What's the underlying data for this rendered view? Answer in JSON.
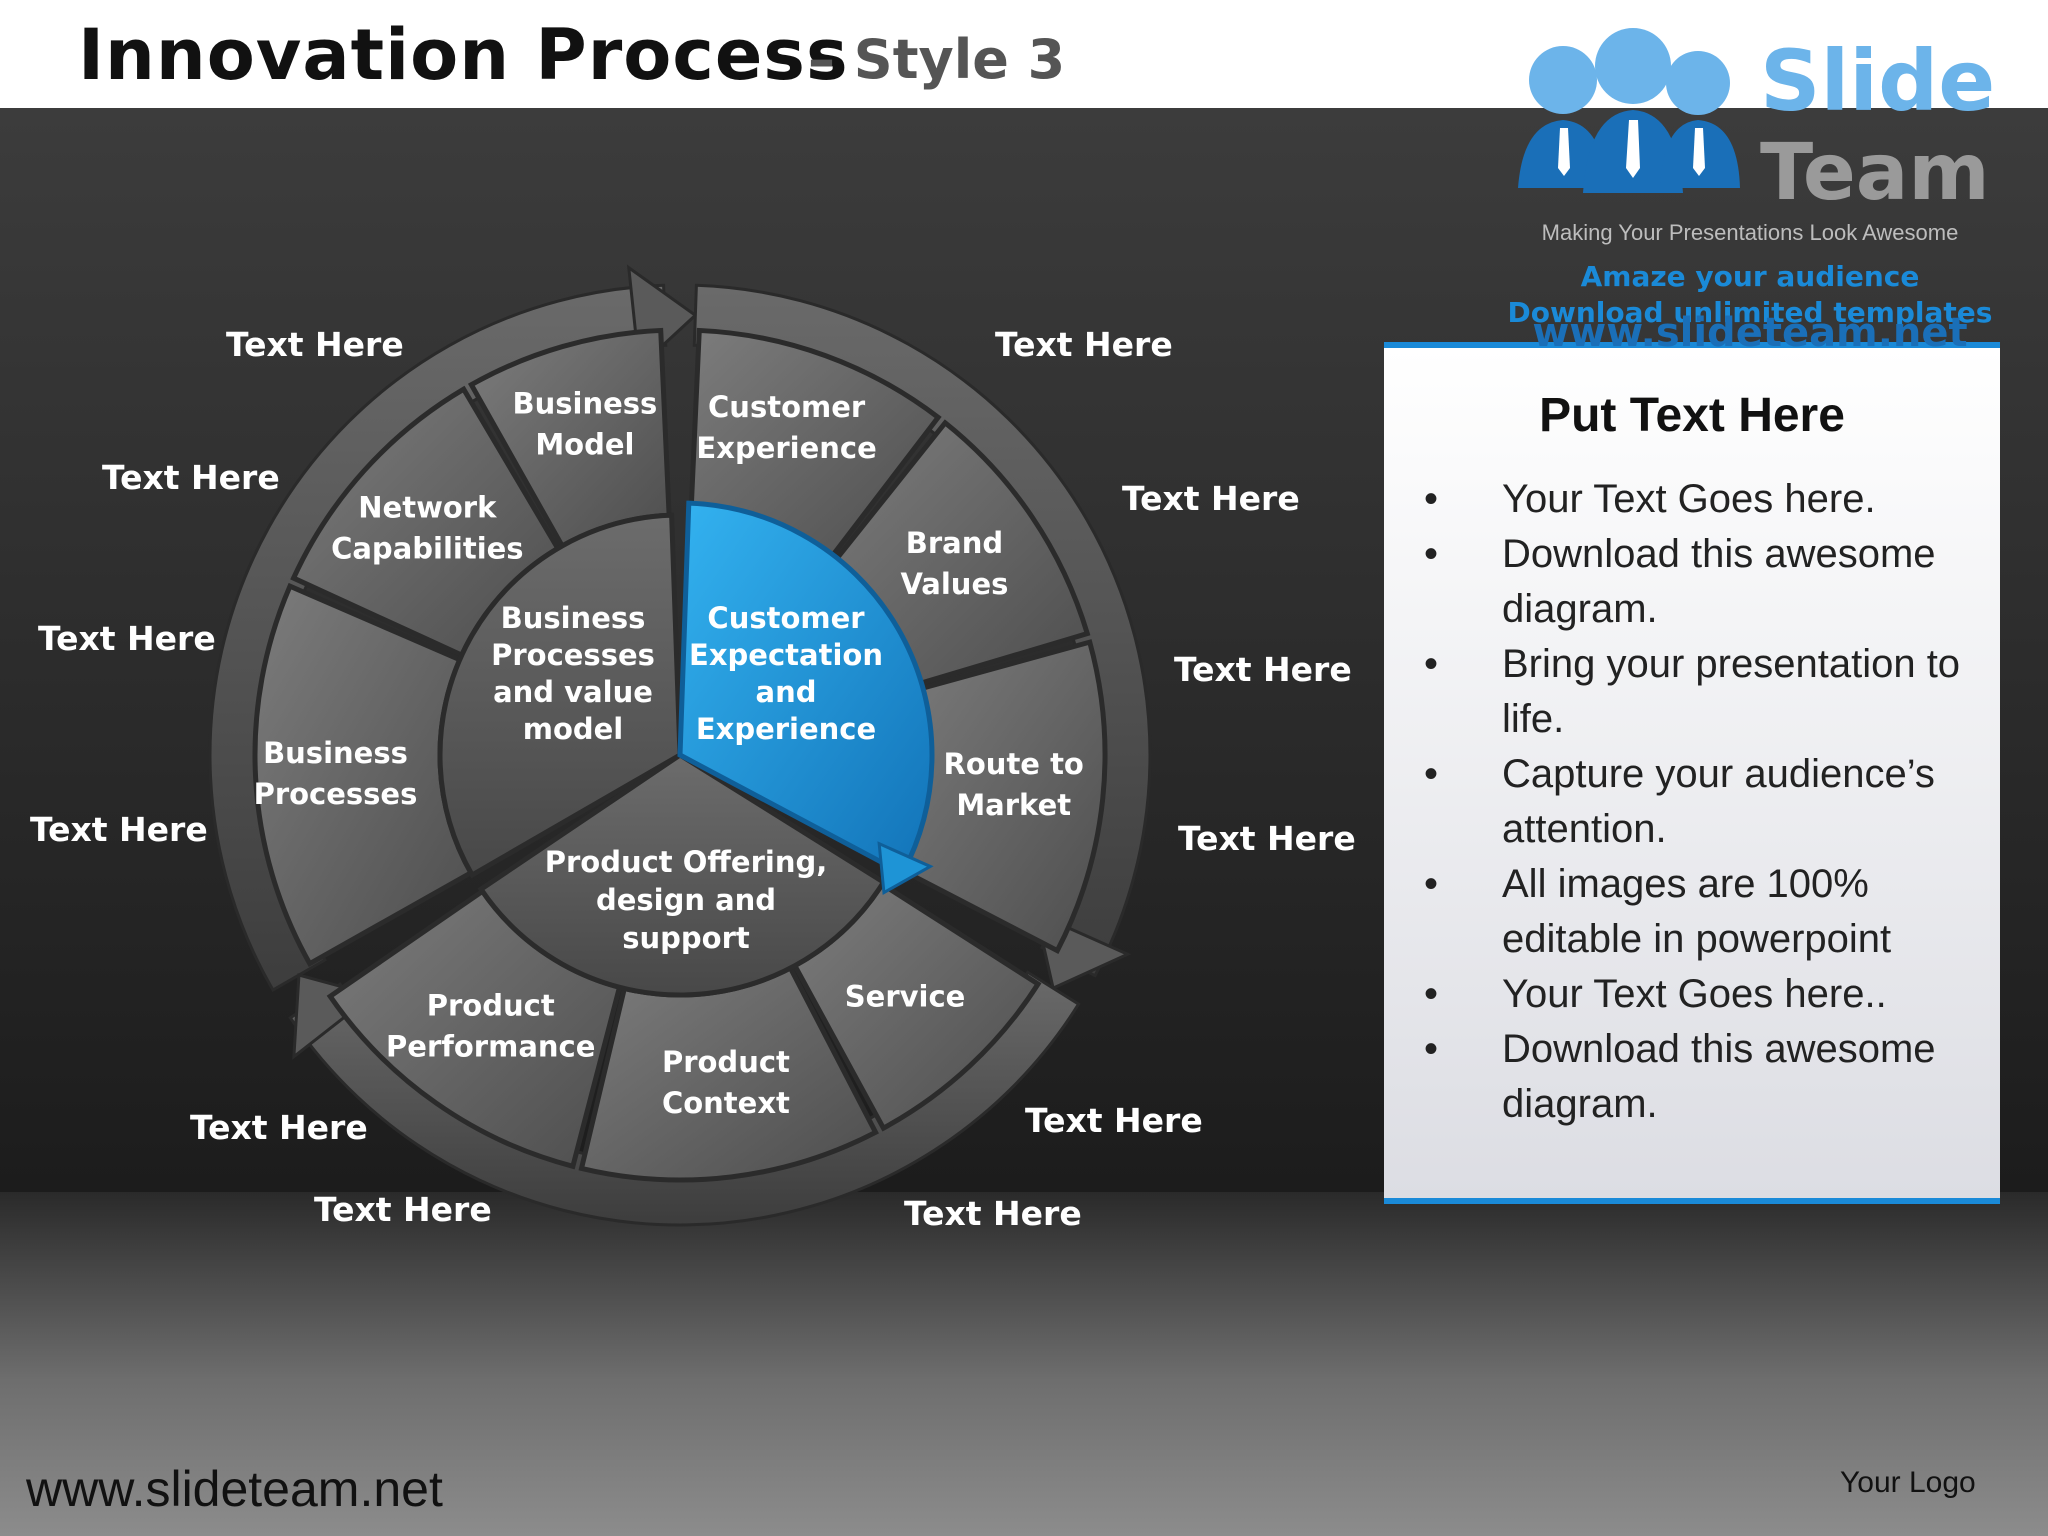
{
  "header": {
    "title": "Innovation Process",
    "subtitle": "– Style 3"
  },
  "brand": {
    "name_line1": "Slide",
    "name_line2": "Team",
    "tagline": "Making Your Presentations Look Awesome",
    "promo_line1": "Amaze your audience",
    "promo_line2": "Download unlimited templates",
    "url": "www.slideteam.net",
    "colors": {
      "accent": "#1a8ad8",
      "logo_blue": "#6cb4ea",
      "logo_gray": "#9a9a9a"
    }
  },
  "diagram": {
    "inner": {
      "top_left": [
        "Business",
        "Processes",
        "and value",
        "model"
      ],
      "top_right": [
        "Customer",
        "Expectation",
        "and",
        "Experience"
      ],
      "bottom": [
        "Product Offering,",
        "design and",
        "support"
      ]
    },
    "segments": {
      "business_model": [
        "Business",
        "Model"
      ],
      "network_capabilities": [
        "Network",
        "Capabilities"
      ],
      "business_processes": [
        "Business",
        "Processes"
      ],
      "customer_experience": [
        "Customer",
        "Experience"
      ],
      "brand_values": [
        "Brand",
        "Values"
      ],
      "route_to_market": [
        "Route to",
        "Market"
      ],
      "product_performance": [
        "Product",
        "Performance"
      ],
      "product_context": [
        "Product",
        "Context"
      ],
      "service": [
        "Service"
      ]
    },
    "outer_labels": [
      "Text Here",
      "Text Here",
      "Text Here",
      "Text Here",
      "Text Here",
      "Text Here",
      "Text Here",
      "Text Here",
      "Text Here",
      "Text Here",
      "Text Here",
      "Text Here"
    ],
    "highlight_color": "#1e94d6"
  },
  "panel": {
    "title": "Put Text Here",
    "bullet_symbol": "•",
    "items": [
      "Your Text Goes here.",
      "Download this awesome diagram.",
      "Bring your presentation to life.",
      "Capture your audience’s attention.",
      "All images are 100% editable in powerpoint",
      "Your Text Goes here..",
      "Download this awesome diagram."
    ]
  },
  "footer": {
    "url": "www.slideteam.net",
    "logo_text": "Your Logo"
  }
}
